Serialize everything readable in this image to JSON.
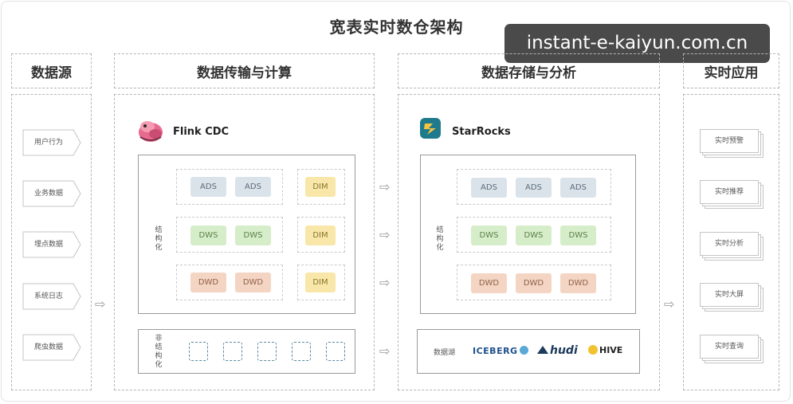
{
  "title": "宽表实时数仓架构",
  "watermark": "instant-e-kaiyun.com.cn",
  "columns": {
    "source": "数据源",
    "transfer": "数据传输与计算",
    "storage": "数据存储与分析",
    "apps": "实时应用"
  },
  "sources": [
    "用户行为",
    "业务数据",
    "埋点数据",
    "系统日志",
    "爬虫数据"
  ],
  "flink": {
    "label": "Flink CDC",
    "structured_label": [
      "结",
      "构",
      "化"
    ],
    "unstructured_label": [
      "非",
      "结",
      "构",
      "化"
    ],
    "rows": [
      {
        "chips": [
          "ADS",
          "ADS"
        ],
        "dim": "DIM"
      },
      {
        "chips": [
          "DWS",
          "DWS"
        ],
        "dim": "DIM"
      },
      {
        "chips": [
          "DWD",
          "DWD"
        ],
        "dim": "DIM"
      }
    ]
  },
  "starrocks": {
    "label": "StarRocks",
    "structured_label": [
      "结",
      "构",
      "化"
    ],
    "rows": [
      [
        "ADS",
        "ADS",
        "ADS"
      ],
      [
        "DWS",
        "DWS",
        "DWS"
      ],
      [
        "DWD",
        "DWD",
        "DWD"
      ]
    ],
    "lake_label": "数据湖",
    "lakes": [
      "ICEBERG",
      "hudi",
      "HIVE"
    ]
  },
  "apps": [
    "实时预警",
    "实时推荐",
    "实时分析",
    "实时大屏",
    "实时查询"
  ],
  "arrow_glyph": "⇨",
  "colors": {
    "ads": "#dbe3ea",
    "dws": "#d6edc9",
    "dwd": "#f4d5c3",
    "dim": "#f8e7a8"
  }
}
